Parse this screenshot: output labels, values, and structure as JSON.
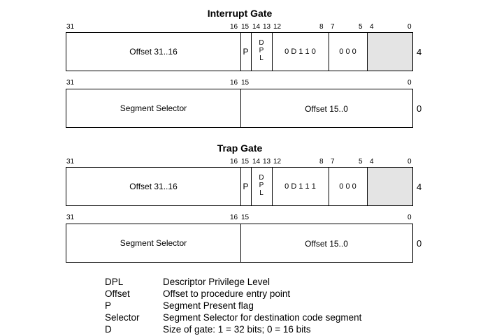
{
  "gates": [
    {
      "title": "Interrupt Gate",
      "high": {
        "bits": {
          "b31": "31",
          "b16": "16",
          "b15": "15",
          "b14": "14",
          "b13": "13",
          "b12": "12",
          "b8": "8",
          "b7": "7",
          "b5": "5",
          "b4": "4",
          "b0": "0"
        },
        "offset_label": "Offset 31..16",
        "p": "P",
        "dpl_letters": [
          "D",
          "P",
          "L"
        ],
        "type_bits": "0 D 1 1 0",
        "zero_bits": "0 0 0",
        "offset_num": "4"
      },
      "low": {
        "bits": {
          "b31": "31",
          "b16": "16",
          "b15": "15",
          "b0": "0"
        },
        "selector_label": "Segment Selector",
        "offset_label": "Offset 15..0",
        "offset_num": "0"
      }
    },
    {
      "title": "Trap Gate",
      "high": {
        "bits": {
          "b31": "31",
          "b16": "16",
          "b15": "15",
          "b14": "14",
          "b13": "13",
          "b12": "12",
          "b8": "8",
          "b7": "7",
          "b5": "5",
          "b4": "4",
          "b0": "0"
        },
        "offset_label": "Offset 31..16",
        "p": "P",
        "dpl_letters": [
          "D",
          "P",
          "L"
        ],
        "type_bits": "0 D 1 1 1",
        "zero_bits": "0 0 0",
        "offset_num": "4"
      },
      "low": {
        "bits": {
          "b31": "31",
          "b16": "16",
          "b15": "15",
          "b0": "0"
        },
        "selector_label": "Segment Selector",
        "offset_label": "Offset 15..0",
        "offset_num": "0"
      }
    }
  ],
  "legend": [
    {
      "key": "DPL",
      "value": "Descriptor Privilege Level"
    },
    {
      "key": "Offset",
      "value": "Offset to procedure entry point"
    },
    {
      "key": "P",
      "value": "Segment Present flag"
    },
    {
      "key": "Selector",
      "value": "Segment Selector for destination code segment"
    },
    {
      "key": "D",
      "value": "Size of gate: 1 = 32 bits; 0 = 16 bits"
    }
  ]
}
